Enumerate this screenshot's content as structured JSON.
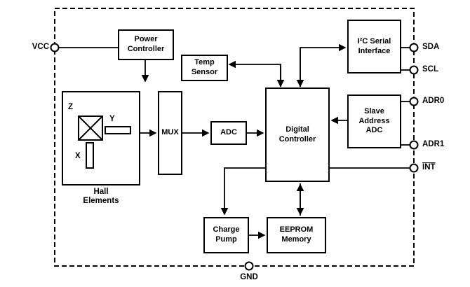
{
  "diagram": {
    "pins": {
      "vcc": "VCC",
      "sda": "SDA",
      "scl": "SCL",
      "adr0": "ADR0",
      "adr1": "ADR1",
      "int": "INT",
      "gnd": "GND"
    },
    "blocks": {
      "power_controller": "Power\nController",
      "temp_sensor": "Temp\nSensor",
      "i2c_serial_interface": "I²C Serial\nInterface",
      "mux": "MUX",
      "adc": "ADC",
      "digital_controller": "Digital\nController",
      "slave_address_adc": "Slave\nAddress\nADC",
      "charge_pump": "Charge\nPump",
      "eeprom_memory": "EEPROM\nMemory",
      "hall_elements_caption": "Hall\nElements"
    },
    "hall_axes": {
      "z": "Z",
      "y": "Y",
      "x": "X"
    },
    "colors": {
      "line": "#000000",
      "background": "#ffffff",
      "box_fill": "#ffffff"
    }
  }
}
